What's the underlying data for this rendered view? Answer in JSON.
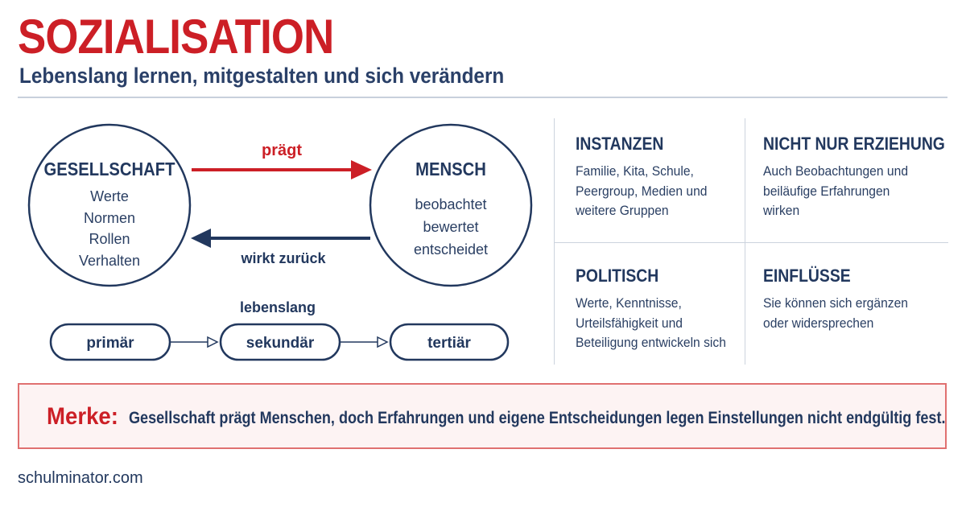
{
  "header": {
    "title": "SOZIALISATION",
    "subtitle": "Lebenslang lernen, mitgestalten und sich verändern"
  },
  "diagram": {
    "society": {
      "title": "GESELLSCHAFT",
      "items": [
        "Werte",
        "Normen",
        "Rollen",
        "Verhalten"
      ]
    },
    "person": {
      "title": "MENSCH",
      "items": [
        "beobachtet",
        "bewertet",
        "entscheidet"
      ]
    },
    "arrow_forward_label": "prägt",
    "arrow_back_label": "wirkt zurück",
    "stages_label": "lebenslang",
    "stages": [
      "primär",
      "sekundär",
      "tertiär"
    ]
  },
  "grid": {
    "instanzen": {
      "title": "INSTANZEN",
      "lines": [
        "Familie, Kita, Schule,",
        "Peergroup, Medien und",
        "weitere Gruppen"
      ]
    },
    "nicht_nur": {
      "title": "NICHT NUR ERZIEHUNG",
      "lines": [
        "Auch Beobachtungen und",
        "beiläufige Erfahrungen",
        "wirken"
      ]
    },
    "politisch": {
      "title": "POLITISCH",
      "lines": [
        "Werte, Kenntnisse,",
        "Urteilsfähigkeit und",
        "Beteiligung entwickeln sich"
      ]
    },
    "einfluesse": {
      "title": "EINFLÜSSE",
      "lines": [
        "Sie können sich ergänzen",
        "oder widersprechen"
      ]
    }
  },
  "merke": {
    "label": "Merke:",
    "text": "Gesellschaft prägt Menschen, doch Erfahrungen und eigene Entscheidungen legen Einstellungen nicht endgültig fest."
  },
  "footer": {
    "site": "schulminator.com"
  },
  "colors": {
    "accent_red": "#cc1f26",
    "navy": "#22385e",
    "merke_bg": "#fdf3f3"
  }
}
